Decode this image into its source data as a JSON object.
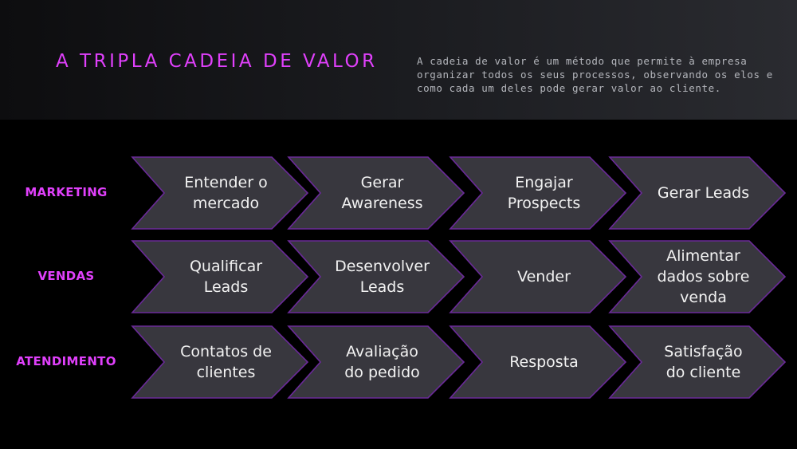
{
  "header": {
    "title": "A TRIPLA CADEIA DE VALOR",
    "description": "A cadeia de valor é um método que permite à empresa organizar todos os seus processos, observando os elos e como cada um deles pode gerar valor ao cliente."
  },
  "colors": {
    "accent": "#e040fb",
    "chevron_fill": "#38373e",
    "chevron_border": "#6a2a98",
    "background": "#000000"
  },
  "rows": [
    {
      "label": "MARKETING",
      "steps": [
        "Entender o\nmercado",
        "Gerar\nAwareness",
        "Engajar\nProspects",
        "Gerar Leads"
      ]
    },
    {
      "label": "VENDAS",
      "steps": [
        "Qualificar\nLeads",
        "Desenvolver\nLeads",
        "Vender",
        "Alimentar\ndados sobre\nvenda"
      ]
    },
    {
      "label": "ATENDIMENTO",
      "steps": [
        "Contatos de\nclientes",
        "Avaliação\ndo pedido",
        "Resposta",
        "Satisfação\ndo cliente"
      ]
    }
  ]
}
